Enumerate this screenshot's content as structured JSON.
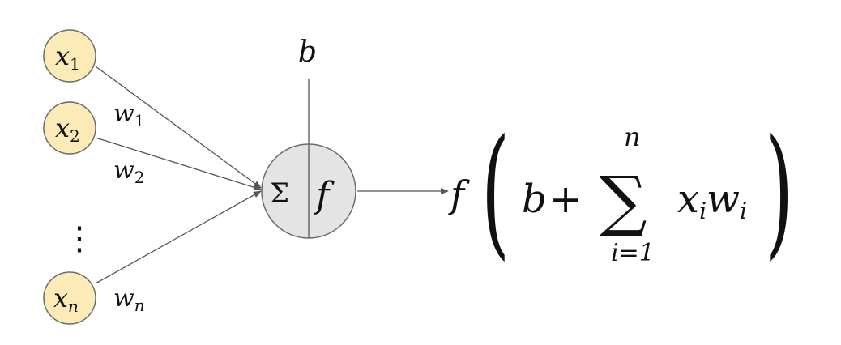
{
  "inputs": [
    {
      "var": "x",
      "sub": "1"
    },
    {
      "var": "x",
      "sub": "2"
    },
    {
      "var": "x",
      "sub": "n"
    }
  ],
  "ellipsis": "⋮",
  "weights": [
    {
      "var": "w",
      "sub": "1"
    },
    {
      "var": "w",
      "sub": "2"
    },
    {
      "var": "w",
      "sub": "n"
    }
  ],
  "bias": "b",
  "neuron": {
    "sum_symbol": "Σ",
    "activation": "f"
  },
  "output_formula": {
    "func": "f",
    "open_paren": "(",
    "bias": "b",
    "plus": "+",
    "sum_symbol": "∑",
    "upper_limit": "n",
    "lower_limit": "i=1",
    "term_var1": "x",
    "term_sub1": "i",
    "term_var2": "w",
    "term_sub2": "i",
    "close_paren": ")"
  },
  "colors": {
    "input_fill": "#fcebb6",
    "neuron_fill": "#e4e4e4",
    "stroke": "#6b6b6b",
    "wire": "#555555"
  }
}
